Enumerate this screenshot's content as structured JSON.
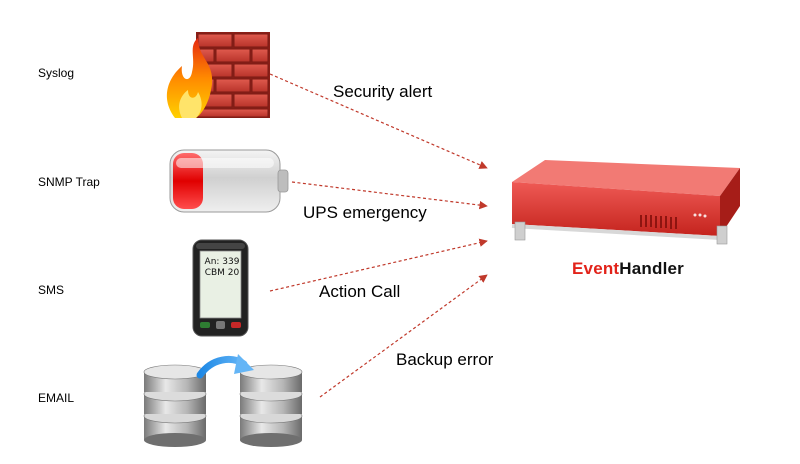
{
  "sources": [
    {
      "key": "syslog",
      "label": "Syslog",
      "icon": "firewall-icon"
    },
    {
      "key": "snmp",
      "label": "SNMP Trap",
      "icon": "battery-icon"
    },
    {
      "key": "sms",
      "label": "SMS",
      "icon": "phone-icon"
    },
    {
      "key": "email",
      "label": "EMAIL",
      "icon": "database-icon"
    }
  ],
  "flows": [
    {
      "from": "syslog",
      "label": "Security alert"
    },
    {
      "from": "snmp",
      "label": "UPS emergency"
    },
    {
      "from": "sms",
      "label": "Action Call"
    },
    {
      "from": "email",
      "label": "Backup error"
    }
  ],
  "phone": {
    "line1": "An: 339",
    "line2": "CBM 20"
  },
  "target": {
    "brand_part1": "Event",
    "brand_part2": "Handler",
    "icon": "server-appliance-icon"
  },
  "colors": {
    "arrow": "#c0392b",
    "brand_red": "#e2231a",
    "device_red": "#e43b35"
  }
}
